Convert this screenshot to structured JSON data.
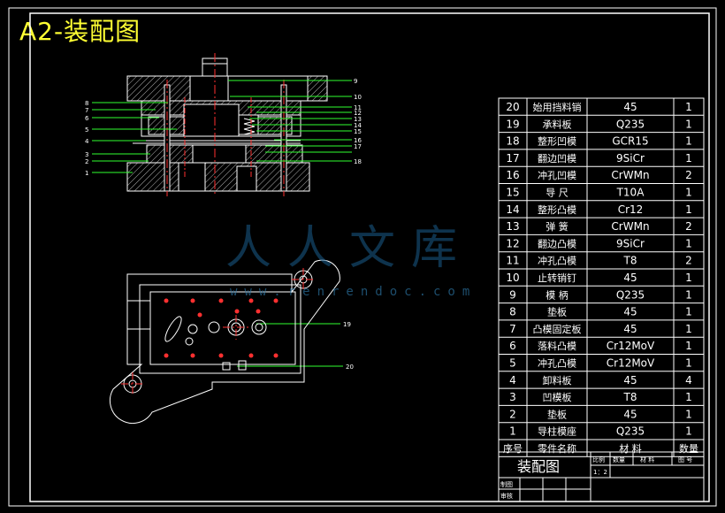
{
  "sheet_title": "A2-装配图",
  "watermark": {
    "brand": "人人文库",
    "url": "www.renrendoc.com"
  },
  "callouts": [
    "9",
    "10",
    "11",
    "12",
    "13",
    "14",
    "15",
    "16",
    "17",
    "18",
    "8",
    "7",
    "6",
    "5",
    "4",
    "3",
    "2",
    "1",
    "19",
    "20"
  ],
  "bom": [
    {
      "no": "20",
      "name": "始用挡料销",
      "material": "45",
      "qty": "1"
    },
    {
      "no": "19",
      "name": "承料板",
      "material": "Q235",
      "qty": "1"
    },
    {
      "no": "18",
      "name": "整形凹模",
      "material": "GCR15",
      "qty": "1"
    },
    {
      "no": "17",
      "name": "翻边凹模",
      "material": "9SiCr",
      "qty": "1"
    },
    {
      "no": "16",
      "name": "冲孔凹模",
      "material": "CrWMn",
      "qty": "2"
    },
    {
      "no": "15",
      "name": "导 尺",
      "material": "T10A",
      "qty": "1"
    },
    {
      "no": "14",
      "name": "整形凸模",
      "material": "Cr12",
      "qty": "1"
    },
    {
      "no": "13",
      "name": "弹 簧",
      "material": "CrWMn",
      "qty": "2"
    },
    {
      "no": "12",
      "name": "翻边凸模",
      "material": "9SiCr",
      "qty": "1"
    },
    {
      "no": "11",
      "name": "冲孔凸模",
      "material": "T8",
      "qty": "2"
    },
    {
      "no": "10",
      "name": "止转销钉",
      "material": "45",
      "qty": "1"
    },
    {
      "no": "9",
      "name": "模 柄",
      "material": "Q235",
      "qty": "1"
    },
    {
      "no": "8",
      "name": "垫板",
      "material": "45",
      "qty": "1"
    },
    {
      "no": "7",
      "name": "凸模固定板",
      "material": "45",
      "qty": "1"
    },
    {
      "no": "6",
      "name": "落料凸模",
      "material": "Cr12MoV",
      "qty": "1"
    },
    {
      "no": "5",
      "name": "冲孔凸模",
      "material": "Cr12MoV",
      "qty": "1"
    },
    {
      "no": "4",
      "name": "卸料板",
      "material": "45",
      "qty": "4"
    },
    {
      "no": "3",
      "name": "凹模板",
      "material": "T8",
      "qty": "1"
    },
    {
      "no": "2",
      "name": "垫板",
      "material": "45",
      "qty": "1"
    },
    {
      "no": "1",
      "name": "导柱模座",
      "material": "Q235",
      "qty": "1"
    }
  ],
  "bom_header": {
    "no": "序号",
    "name": "零件名称",
    "material": "材 料",
    "qty": "数量"
  },
  "title_block": {
    "drawing_name": "装配图",
    "ratio_label": "比例",
    "ratio_value": "1：2",
    "count_label": "数量",
    "material_label": "材 料",
    "drawing_no_label": "图 号",
    "drawn_by": "制图",
    "checked_by": "审核"
  },
  "colors": {
    "frame": "#ffffff",
    "part": "#ffffff",
    "center": "#ff3030",
    "leader": "#30ff30",
    "text": "#ffffff",
    "title": "#ffff33",
    "hatch": "#c0c0c0"
  }
}
